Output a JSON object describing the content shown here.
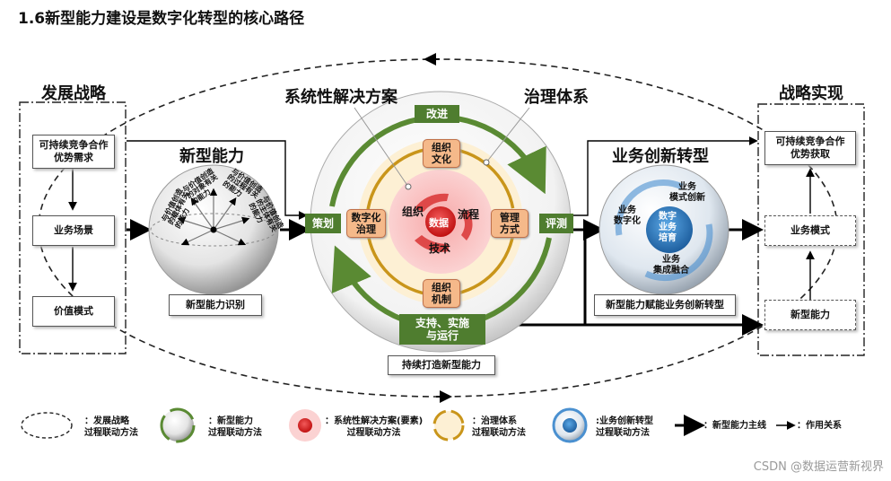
{
  "title": "1.6新型能力建设是数字化转型的核心路径",
  "left_panel": {
    "heading": "发展战略",
    "items": [
      "可持续竞争合作\n优势需求",
      "业务场景",
      "价值模式"
    ]
  },
  "right_panel": {
    "heading": "战略实现",
    "items": [
      "可持续竞争合作\n优势获取",
      "业务模式",
      "新型能力"
    ]
  },
  "capability": {
    "heading": "新型能力",
    "label": "新型能力识别",
    "sphere_texts": [
      "与价值创造\n的载体有关\n的能力",
      "与价值创造\n的对象有关\n的能力",
      "与价值创造\n的过程有关\n的能力",
      "与价值创造\n的主体有关\n的能力"
    ]
  },
  "center": {
    "heading_left": "系统性解决方案",
    "heading_right": "治理体系",
    "stage_improve": "改进",
    "stage_plan": "策划",
    "stage_review": "评测",
    "stage_support": "支持、实施\n与运行",
    "governance": [
      "组织\n文化",
      "数字化\n治理",
      "管理\n方式",
      "组织\n机制"
    ],
    "elements": [
      "组织",
      "流程",
      "数据",
      "技术"
    ],
    "label": "持续打造新型能力"
  },
  "transformation": {
    "heading": "业务创新转型",
    "sphere_texts": [
      "业务\n数字化",
      "业务\n模式创新",
      "数字\n业务\n培育",
      "业务\n集成融合"
    ],
    "label": "新型能力赋能业务创新转型"
  },
  "legend": [
    {
      "icon": "dashed-ellipse-icon",
      "text": "：发展战略\n过程联动方法"
    },
    {
      "icon": "green-sphere-icon",
      "text": "：新型能力\n过程联动方法"
    },
    {
      "icon": "red-circle-icon",
      "text": "：系统性解决方案(要素)\n过程联动方法"
    },
    {
      "icon": "gold-cycle-icon",
      "text": "：治理体系\n过程联动方法"
    },
    {
      "icon": "blue-sphere-icon",
      "text": ":业务创新转型\n过程联动方法"
    },
    {
      "icon": "thick-arrow-icon",
      "text": "：新型能力主线"
    },
    {
      "icon": "thin-arrow-icon",
      "text": "：作用关系"
    }
  ],
  "watermark": "CSDN @数据运营新视界"
}
